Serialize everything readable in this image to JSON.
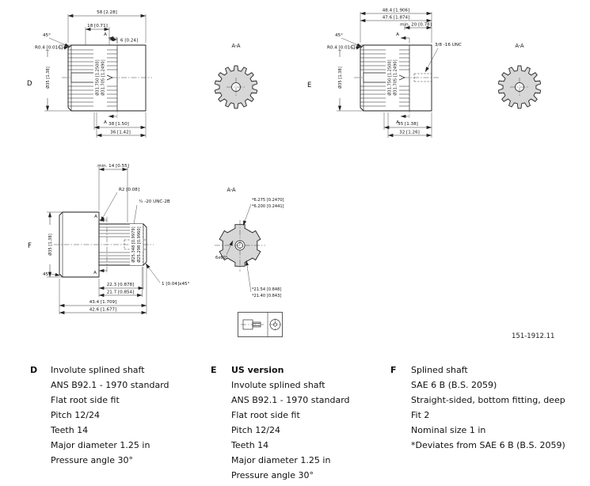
{
  "doc_number": "151-1912.11",
  "d": {
    "letter": "D",
    "section": "A-A",
    "marker": "A",
    "dims": {
      "len_total": "58 [2.28]",
      "len_18": "18 [0.71]",
      "len_6": "6 [0.24]",
      "radius": "R0.4 [0.016]",
      "chamfer_angle": "45°",
      "dia_outer": "Ø35 [1.38]",
      "dia_major_max": "Ø31.750 [1.2500]",
      "dia_major_min": "Ø31.705 [1.2490]",
      "len_38": "38 [1.50]",
      "len_36": "36 [1.42]"
    }
  },
  "e": {
    "letter": "E",
    "section": "A-A",
    "marker": "A",
    "dims": {
      "len_max": "48.4 [1.906]",
      "len_min": "47.6 [1.874]",
      "thread_depth": "min. 20 [0.78]",
      "thread": "3/8 -16 UNC",
      "radius": "R0.4 [0.016]",
      "chamfer_angle": "45°",
      "dia_outer": "Ø35 [1.38]",
      "dia_major_max": "Ø31.750 [1.2500]",
      "dia_major_min": "Ø31.705 [1.2490]",
      "len_35": "35 [1.38]",
      "len_32": "32 [1.26]"
    }
  },
  "f": {
    "letter": "F",
    "section": "A-A",
    "marker": "A",
    "dims": {
      "spline_min_len": "min. 14 [0.55]",
      "radius": "R2 [0.08]",
      "thread": "¼ -20 UNC-2B",
      "dia_outer": "Ø35 [1.38]",
      "dia_major_max": "Ø25.348 [0.9979]",
      "dia_major_min": "Ø25.298 [0.9960]",
      "chamfer_angle": "45°",
      "len_223": "22.3 [0.878]",
      "len_217": "21.7 [0.854]",
      "chamfer": "1 [0.04]x45°",
      "len_434": "43.4 [1.709]",
      "len_426": "42.6 [1.677]"
    },
    "section_dims": {
      "tooth_max": "*6.275 [0.2470]",
      "tooth_min": "*6.200 [0.2441]",
      "spacing": "6x60°",
      "minor_max": "*21.54 [0.848]",
      "minor_min": "*21.40 [0.843]"
    }
  },
  "specs": {
    "d": {
      "letter": "D",
      "lines": [
        "Involute splined shaft",
        "ANS B92.1 - 1970 standard",
        "Flat root side fit",
        "Pitch 12/24",
        "Teeth 14",
        "Major diameter 1.25 in",
        "Pressure angle 30°"
      ]
    },
    "e": {
      "letter": "E",
      "title": "US version",
      "lines": [
        "Involute splined shaft",
        "ANS B92.1 - 1970 standard",
        "Flat root side fit",
        "Pitch 12/24",
        "Teeth 14",
        "Major diameter 1.25 in",
        "Pressure angle 30°"
      ]
    },
    "f": {
      "letter": "F",
      "lines": [
        "Splined shaft",
        "SAE 6 B (B.S. 2059)",
        "Straight-sided, bottom fitting, deep",
        "Fit 2",
        "Nominal size 1 in",
        "*Deviates from SAE 6 B (B.S. 2059)"
      ]
    }
  }
}
